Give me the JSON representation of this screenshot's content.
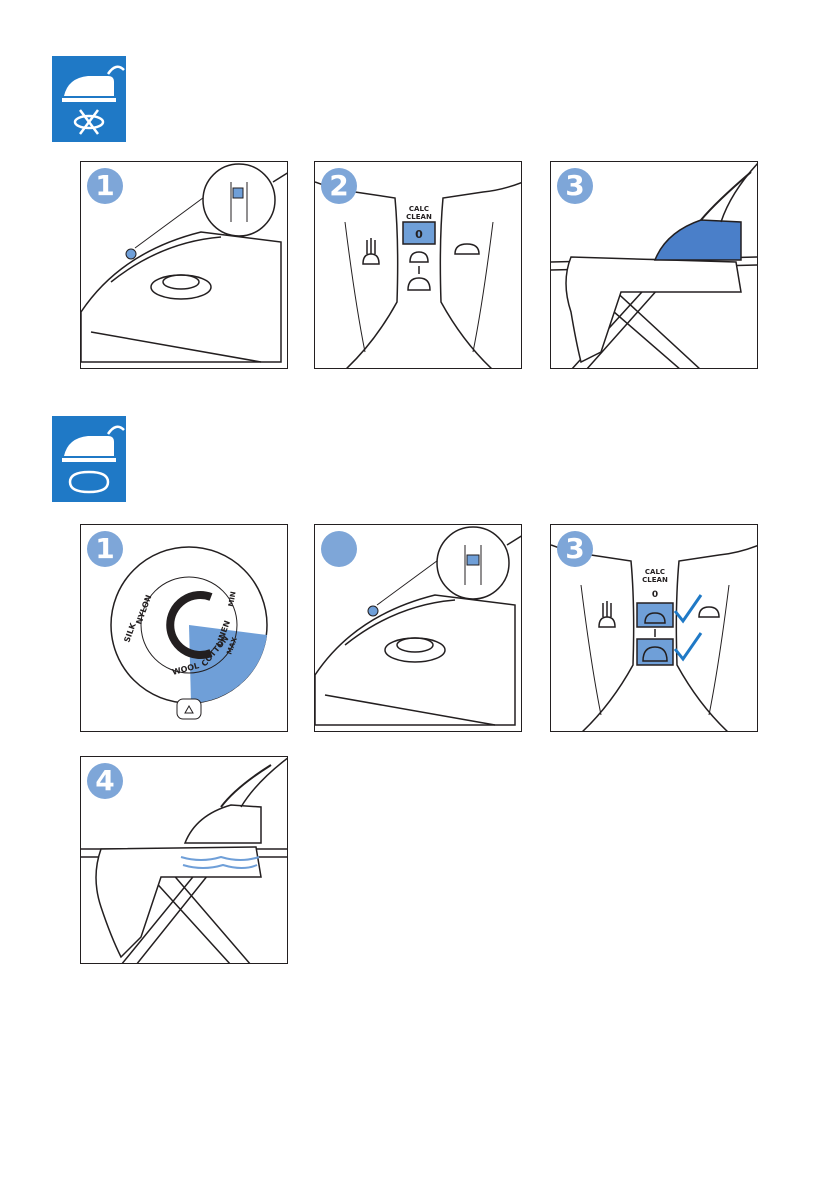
{
  "sections": [
    {
      "id": "dry-ironing",
      "icon": "steam-iron-no-steam-icon",
      "steps": [
        {
          "number": "1",
          "content": "iron-dial-zoom"
        },
        {
          "number": "2",
          "content": "steam-control-calc-clean",
          "calc_label": "CALC",
          "clean_label": "CLEAN",
          "zero_label": "0"
        },
        {
          "number": "3",
          "content": "ironing-on-board"
        }
      ]
    },
    {
      "id": "steam-ironing",
      "icon": "steam-iron-with-steam-icon",
      "steps": [
        {
          "number": "1",
          "content": "temperature-dial",
          "dial_labels": {
            "nylon": "NYLON",
            "silk": "SILK",
            "wool": "WOOL",
            "cotton": "COTTON",
            "linen": "LINEN",
            "max": "MAX",
            "min": "MIN"
          }
        },
        {
          "number": "",
          "content": "iron-dial-zoom-steam"
        },
        {
          "number": "3",
          "content": "steam-control-selected",
          "calc_label": "CALC",
          "clean_label": "CLEAN",
          "zero_label": "0"
        },
        {
          "number": "4",
          "content": "ironing-with-steam"
        }
      ]
    }
  ],
  "colors": {
    "accent_blue": "#1f79c6",
    "badge_blue": "#7ea6d8",
    "highlight_blue": "#6f9fd8",
    "line": "#231f20"
  }
}
